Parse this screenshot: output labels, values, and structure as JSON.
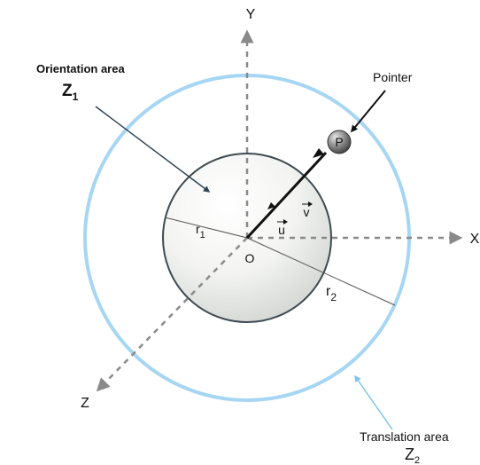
{
  "colors": {
    "translation_ring": "#9fd3f2",
    "axis_dashed": "#8a8a8a",
    "sphere_edge": "#3d4a52",
    "arrow_dark": "#333333",
    "pointer_line": "#111111"
  },
  "labels": {
    "axis_y": "Y",
    "axis_x": "X",
    "axis_z": "Z",
    "origin": "O",
    "orientation_area_title": "Orientation area",
    "orientation_area_symbol": "Z",
    "orientation_area_sub": "1",
    "r1_main": "r",
    "r1_sub": "1",
    "r2_main": "r",
    "r2_sub": "2",
    "vec_u": "u",
    "vec_v": "v",
    "pointer_title": "Pointer",
    "pointer_ball": "P",
    "translation_area_title": "Translation area",
    "translation_area_symbol": "Z",
    "translation_area_sub": "2"
  }
}
